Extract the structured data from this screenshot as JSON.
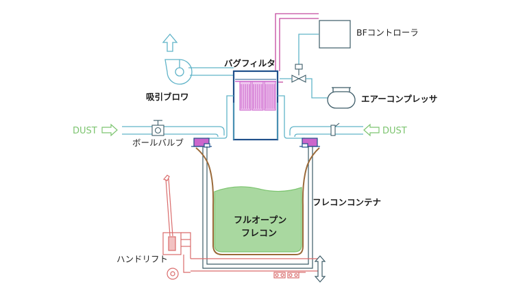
{
  "labels": {
    "bag_filter": "バグフィルタ",
    "bf_controller": "BFコントローラ",
    "blower": "吸引ブロワ",
    "air_compressor": "エアーコンプレッサ",
    "dust_left": "DUST",
    "dust_right": "DUST",
    "ball_valve": "ボールバルブ",
    "flexible_container": "フレコンコンテナ",
    "open_bag_line1": "フルオープン",
    "open_bag_line2": "フレコン",
    "hand_lift": "ハンドリフト"
  },
  "colors": {
    "pipe": "#5fb3c8",
    "filter_body": "#1f4f8a",
    "filter_bags": "#cc66cc",
    "controller_wire": "#c2479e",
    "dust": "#7cc46f",
    "bag_outline": "#9a6a3a",
    "bag_fill": "#a9d8a0",
    "lift": "#d96a6a",
    "pipe_dark": "#3b5a66"
  },
  "icons": {
    "exhaust": "up-arrow-icon",
    "dust_in_left": "right-arrow-icon",
    "dust_in_right": "left-arrow-icon",
    "lift_motion": "double-vertical-arrow-icon"
  }
}
